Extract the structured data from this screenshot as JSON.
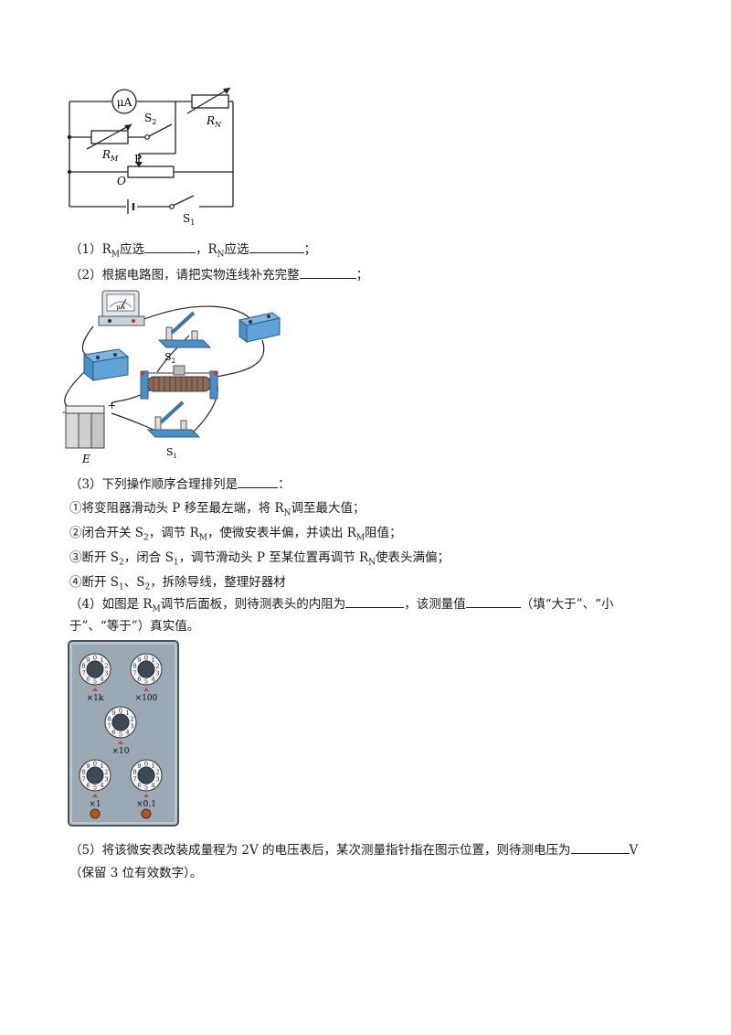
{
  "circuit": {
    "meter_label": "μA",
    "rn_label": "R",
    "rn_sub": "N",
    "rm_label": "R",
    "rm_sub": "M",
    "s2_label": "S",
    "s2_sub": "2",
    "s1_label": "S",
    "s1_sub": "1",
    "p_label": "P",
    "o_label": "O"
  },
  "q1": {
    "prefix": "（1）R",
    "sub1": "M",
    "mid1": "应选",
    "mid2": "，R",
    "sub2": "N",
    "mid3": "应选",
    "suffix": "；"
  },
  "q2": {
    "text": "（2）根据电路图，请把实物连线补充完整",
    "suffix": "；"
  },
  "physical": {
    "meter_label": "μA",
    "s2_label": "S",
    "s2_sub": "2",
    "s1_label": "S",
    "s1_sub": "1",
    "battery_label": "E",
    "minus": "-",
    "plus": "+"
  },
  "q3": {
    "text": "（3）下列操作顺序合理排列是",
    "suffix": "：",
    "steps": [
      {
        "a": "①将变阻器滑动头 P 移至最左端，将 R",
        "s": "N",
        "b": "调至最大值；"
      },
      {
        "a": "②闭合开关 S",
        "s": "2",
        "b": "，调节 R",
        "s2": "M",
        "c": "，使微安表半偏，并读出 R",
        "s3": "M",
        "d": "阻值；"
      },
      {
        "a": "③断开 S",
        "s": "2",
        "b": "，闭合 S",
        "s2": "1",
        "c": "，调节滑动头 P 至某位置再调节 R",
        "s3": "N",
        "d": "使表头满偏；"
      },
      {
        "a": "④断开 S",
        "s": "1",
        "b": "、S",
        "s2": "2",
        "c": "，拆除导线，整理好器材"
      }
    ]
  },
  "q4": {
    "prefix": "（4）如图是 R",
    "sub": "M",
    "mid1": "调节后面板，则待测表头的内阻为",
    "mid2": "，该测量值",
    "mid3": "（填“大于”、“小",
    "line2": "于”、“等于”）真实值。"
  },
  "box": {
    "dials": [
      {
        "mult": "×1k"
      },
      {
        "mult": "×100"
      },
      {
        "mult": "×10"
      },
      {
        "mult": "×1"
      },
      {
        "mult": "×0.1"
      }
    ],
    "digits": [
      "0",
      "1",
      "2",
      "3",
      "4",
      "5",
      "6",
      "7",
      "8",
      "9"
    ]
  },
  "q5": {
    "prefix": "（5）将该微安表改装成量程为 2V 的电压表后，某次测量指针指在图示位置，则待测电压为",
    "unit": "V",
    "line2": "（保留 3 位有效数字）。"
  }
}
